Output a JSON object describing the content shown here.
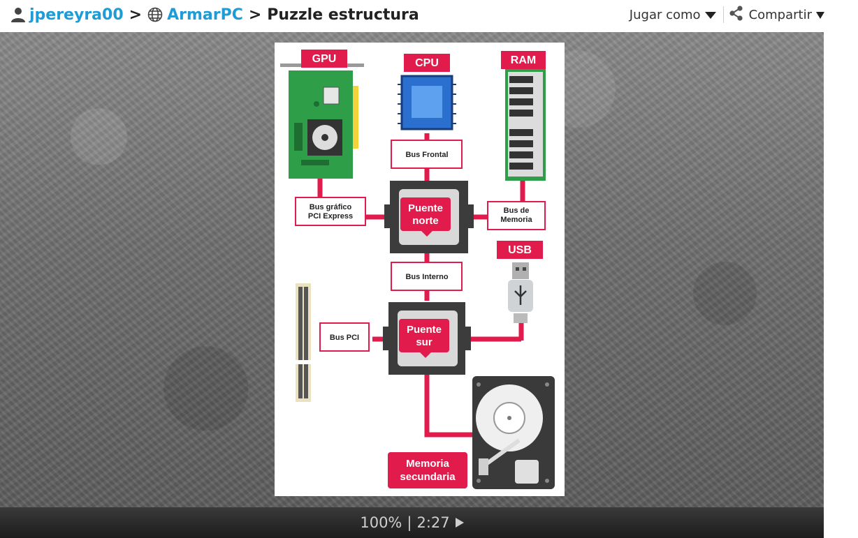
{
  "breadcrumb": {
    "user": "jpereyra00",
    "separator": ">",
    "collection": "ArmarPC",
    "title": "Puzzle estructura"
  },
  "actions": {
    "play_as": "Jugar como",
    "share": "Compartir"
  },
  "puzzle": {
    "labels": {
      "gpu": "GPU",
      "cpu": "CPU",
      "ram": "RAM",
      "usb": "USB",
      "bus_frontal": "Bus Frontal",
      "bus_grafico_1": "Bus gráfico",
      "bus_grafico_2": "PCI Express",
      "bus_memoria_1": "Bus de",
      "bus_memoria_2": "Memoria",
      "puente_norte_1": "Puente",
      "puente_norte_2": "norte",
      "bus_interno": "Bus Interno",
      "bus_pci": "Bus PCI",
      "puente_sur_1": "Puente",
      "puente_sur_2": "sur",
      "memoria_sec_1": "Memoria",
      "memoria_sec_2": "secundaria"
    }
  },
  "status": {
    "zoom": "100%",
    "separator": "|",
    "time": "2:27"
  },
  "colors": {
    "accent_link": "#1f9bd6",
    "accent_red": "#e21b4d",
    "chip_dark": "#3c3c3c",
    "pcb_green": "#2e9e48",
    "cpu_blue": "#2b6fcf"
  },
  "icons": [
    "user-icon",
    "globe-icon",
    "chevron-down-icon",
    "share-icon",
    "play-icon"
  ]
}
